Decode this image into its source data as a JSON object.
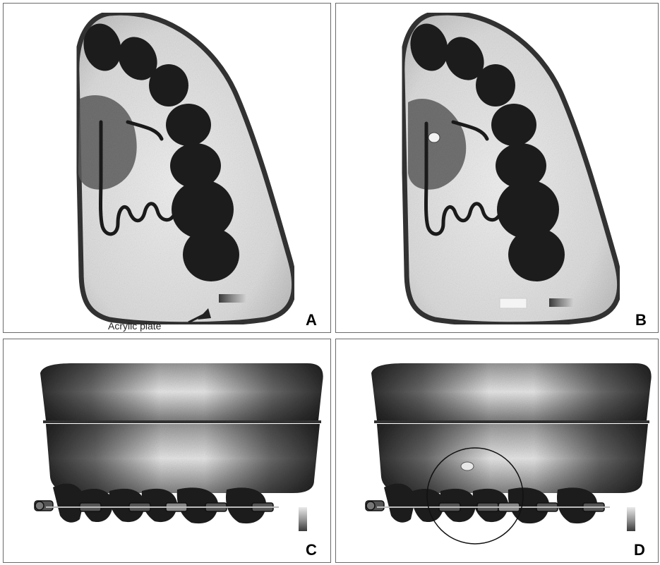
{
  "panels": {
    "a": {
      "label": "A",
      "annotation": "Acrylic plate"
    },
    "b": {
      "label": "B"
    },
    "c": {
      "label": "C"
    },
    "d": {
      "label": "D"
    }
  },
  "colors": {
    "tooth": "#1e1e1e",
    "plate_edge": "#333333",
    "plate_fill": "#dadada",
    "palate_region": "#5e5e5e",
    "wire": "#1a1a1a",
    "base_dark": "#3a3a3a",
    "base_light": "#d8d8d8",
    "highlight": "#f2f2f2"
  },
  "icons": [
    "arrow-icon",
    "color-scale-bar"
  ]
}
